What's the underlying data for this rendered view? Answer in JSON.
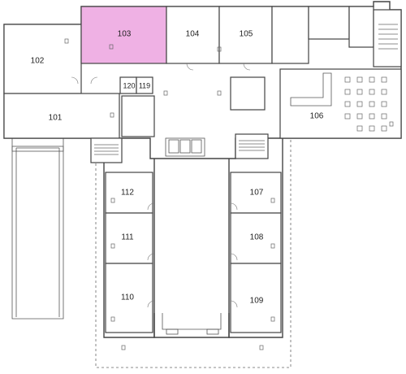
{
  "map": {
    "highlight_color": "#efb1e4",
    "highlighted_room": "103",
    "rooms": {
      "r101": "101",
      "r102": "102",
      "r103": "103",
      "r104": "104",
      "r105": "105",
      "r106": "106",
      "r107": "107",
      "r108": "108",
      "r109": "109",
      "r110": "110",
      "r111": "111",
      "r112": "112",
      "r119": "119",
      "r120": "120"
    }
  }
}
